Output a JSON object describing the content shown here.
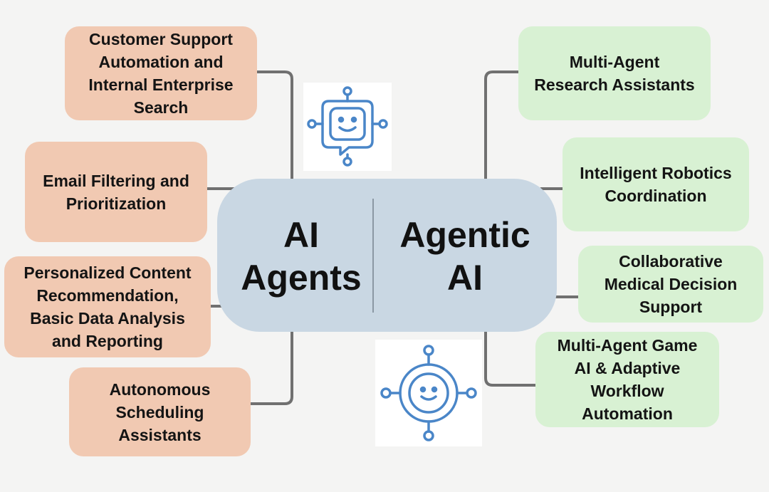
{
  "center": {
    "left_title": "AI\nAgents",
    "right_title": "Agentic\nAI"
  },
  "ai_agents_applications": [
    "Customer Support\nAutomation and\nInternal Enterprise\nSearch",
    "Email Filtering and\nPrioritization",
    "Personalized Content\nRecommendation,\nBasic Data Analysis\nand Reporting",
    "Autonomous\nScheduling\nAssistants"
  ],
  "agentic_ai_applications": [
    "Multi-Agent\nResearch Assistants",
    "Intelligent Robotics\nCoordination",
    "Collaborative\nMedical Decision\nSupport",
    "Multi-Agent Game\nAI & Adaptive\nWorkflow\nAutomation"
  ],
  "icons": {
    "ai_agents": "chat-bot-icon",
    "agentic_ai": "network-bot-icon"
  },
  "colors": {
    "background": "#f4f4f3",
    "center_box": "#c9d7e3",
    "ai_agents_box": "#f1c9b2",
    "agentic_ai_box": "#d8f1d3",
    "connector": "#707070",
    "icon_stroke": "#4a86c8"
  }
}
